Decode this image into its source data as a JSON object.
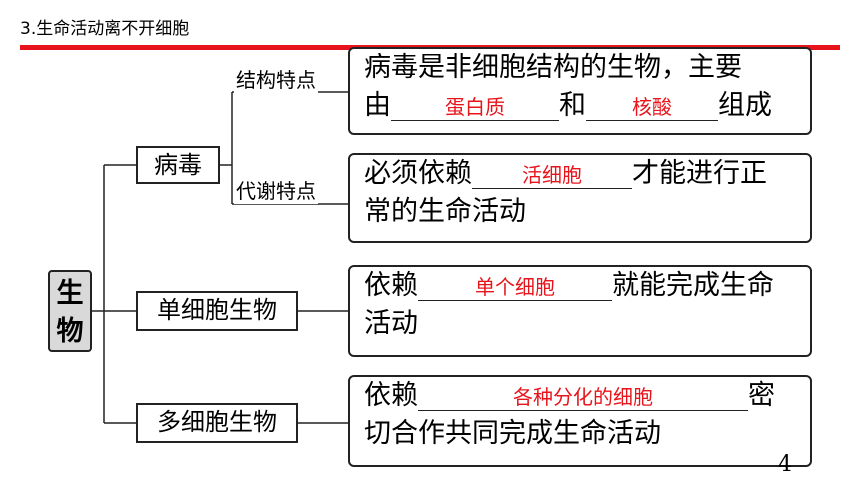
{
  "slide": {
    "title": "3.生命活动离不开细胞",
    "page_number": "4",
    "accent_color": "#e8141b"
  },
  "root": {
    "label_line1": "生",
    "label_line2": "物"
  },
  "virus": {
    "label": "病毒",
    "structure": {
      "label": "结构特点",
      "line1": "病毒是非细胞结构的生物，主要",
      "prefix": "由",
      "blank1": "蛋白质",
      "mid": "和",
      "blank2": "核酸",
      "suffix": "组成"
    },
    "metabolism": {
      "label": "代谢特点",
      "prefix": "必须依赖",
      "blank": "活细胞",
      "suffix": "才能进行正",
      "line2": "常的生命活动"
    }
  },
  "unicellular": {
    "label": "单细胞生物",
    "prefix": "依赖",
    "blank": "单个细胞",
    "suffix": "就能完成生命",
    "line2": "活动"
  },
  "multicellular": {
    "label": "多细胞生物",
    "prefix": "依赖",
    "blank": "各种分化的细胞",
    "suffix": "密",
    "line2": "切合作共同完成生命活动"
  }
}
